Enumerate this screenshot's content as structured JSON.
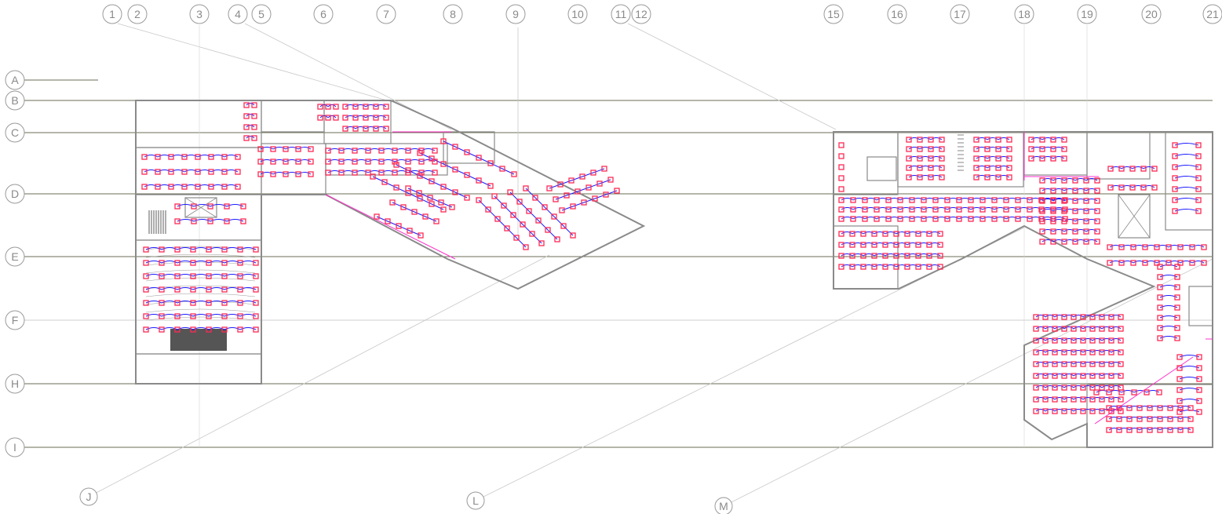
{
  "grid_columns": [
    "1",
    "2",
    "3",
    "4",
    "5",
    "6",
    "7",
    "8",
    "9",
    "10",
    "11",
    "12",
    "15",
    "16",
    "17",
    "18",
    "19",
    "20",
    "21"
  ],
  "grid_rows": [
    "A",
    "B",
    "C",
    "D",
    "E",
    "F",
    "H",
    "I"
  ],
  "diagonal_axes": [
    "J",
    "L",
    "M"
  ],
  "colors": {
    "wall": "#8a8a8a",
    "gridline": "#6b6e55",
    "bubble": "#9a9a9a",
    "fixture": "#ff2a55",
    "circuit": "#1a1aff",
    "conduit": "#ff33cc",
    "seating": "#555555"
  }
}
